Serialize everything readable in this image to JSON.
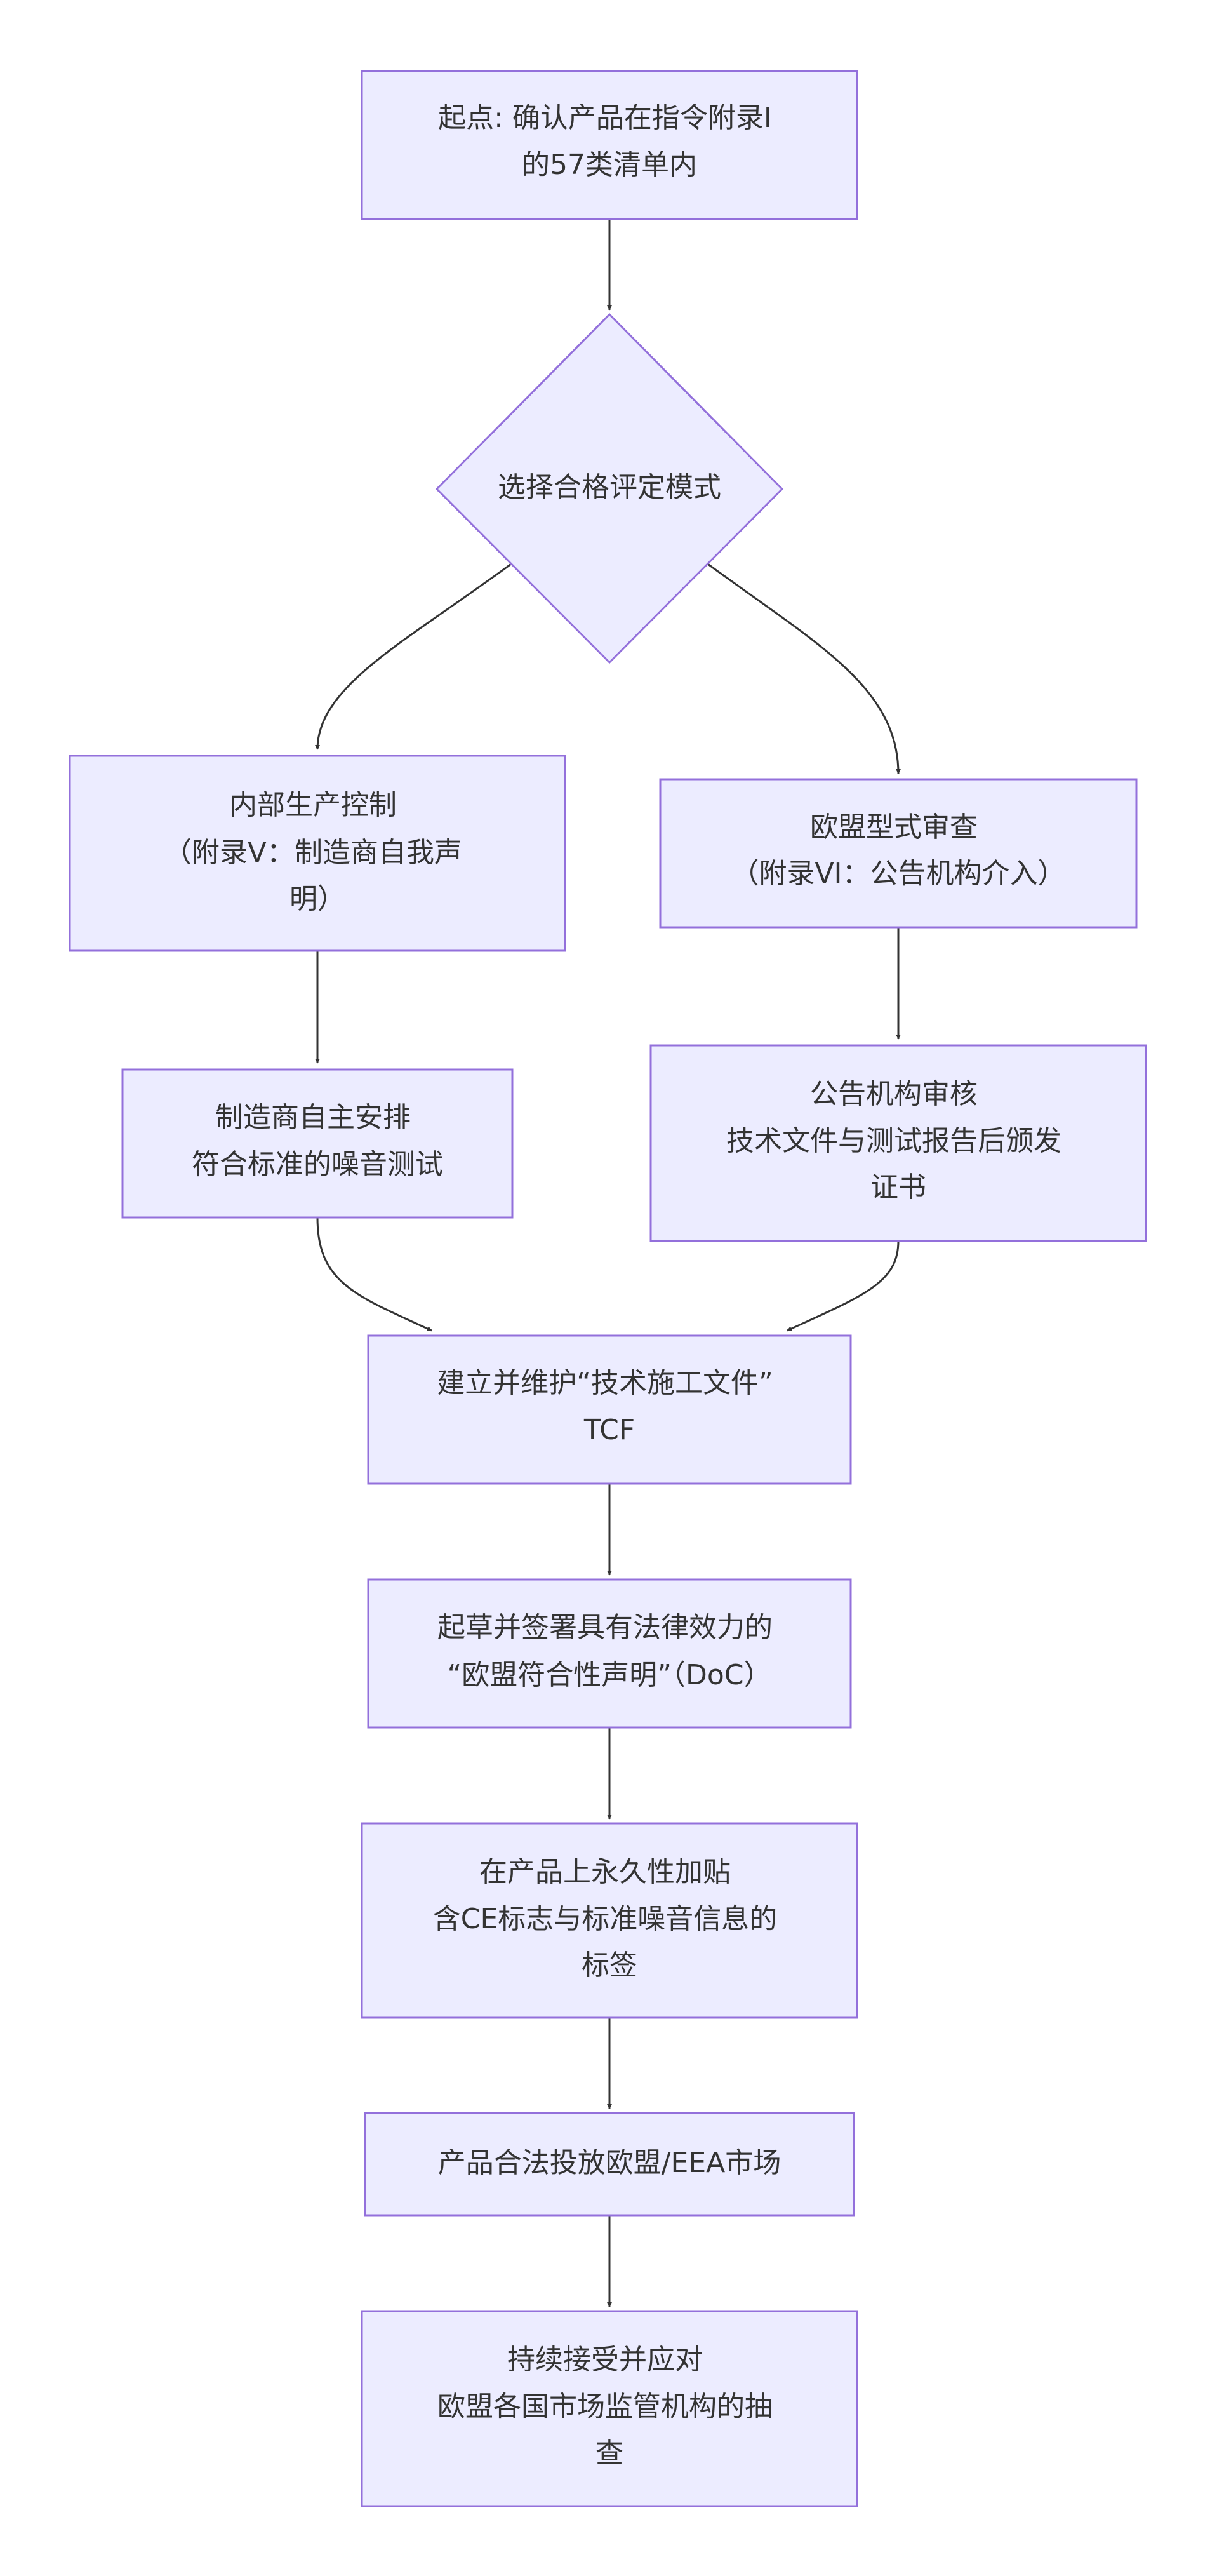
{
  "nodes": {
    "start": {
      "lines": [
        "起点: 确认产品在指令附录I",
        "的57类清单内"
      ]
    },
    "decision": {
      "lines": [
        "选择合格评定模式"
      ]
    },
    "internal": {
      "lines": [
        "内部生产控制",
        "（附录V：制造商自我声",
        "明）"
      ]
    },
    "eu_type": {
      "lines": [
        "欧盟型式审查",
        "（附录VI：公告机构介入）"
      ]
    },
    "self_test": {
      "lines": [
        "制造商自主安排",
        "符合标准的噪音测试"
      ]
    },
    "nb_review": {
      "lines": [
        "公告机构审核",
        "技术文件与测试报告后颁发",
        "证书"
      ]
    },
    "tcf": {
      "lines": [
        "建立并维护“技术施工文件”",
        "TCF"
      ]
    },
    "doc": {
      "lines": [
        "起草并签署具有法律效力的",
        "“欧盟符合性声明”（DoC）"
      ]
    },
    "label": {
      "lines": [
        "在产品上永久性加贴",
        "含CE标志与标准噪音信息的",
        "标签"
      ]
    },
    "market": {
      "lines": [
        "产品合法投放欧盟/EEA市场"
      ]
    },
    "surveillance": {
      "lines": [
        "持续接受并应对",
        "欧盟各国市场监管机构的抽",
        "查"
      ]
    }
  },
  "colors": {
    "node_fill": "#ECECFF",
    "node_stroke": "#9370DB",
    "edge": "#333333",
    "text": "#333333"
  }
}
